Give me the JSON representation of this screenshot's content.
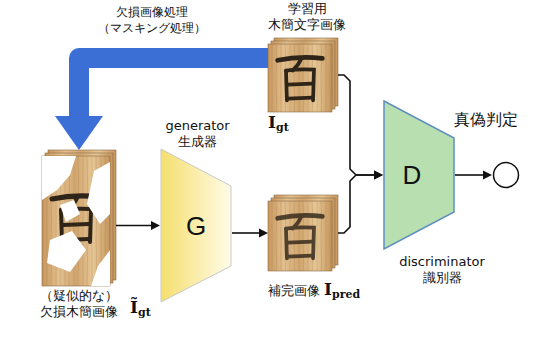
{
  "diagram": {
    "nodes": [
      {
        "text": [
          "学習用 木簡文字画像",
          "I",
          "gt"
        ]
      },
      {
        "text": [
          "（疑似的な） 欠損木簡画像",
          "Ĩ",
          "gt"
        ]
      },
      {
        "text": [
          "generator 生成器",
          "G"
        ]
      },
      {
        "text": [
          "補完画像",
          "I",
          "pred"
        ]
      },
      {
        "text": [
          "D",
          "discriminator 識別器"
        ]
      },
      {
        "text": [
          "真偽判定"
        ]
      }
    ],
    "edges": [
      {
        "from": 0,
        "to": 1,
        "arrow": "to",
        "label": "欠損画像処理 （マスキング処理）"
      },
      {
        "from": 1,
        "to": 2,
        "arrow": "to"
      },
      {
        "from": 2,
        "to": 3,
        "arrow": "to"
      },
      {
        "from": 0,
        "to": 4,
        "arrow": "to"
      },
      {
        "from": 3,
        "to": 4,
        "arrow": "to"
      },
      {
        "from": 4,
        "to": 5,
        "arrow": "to"
      }
    ]
  }
}
